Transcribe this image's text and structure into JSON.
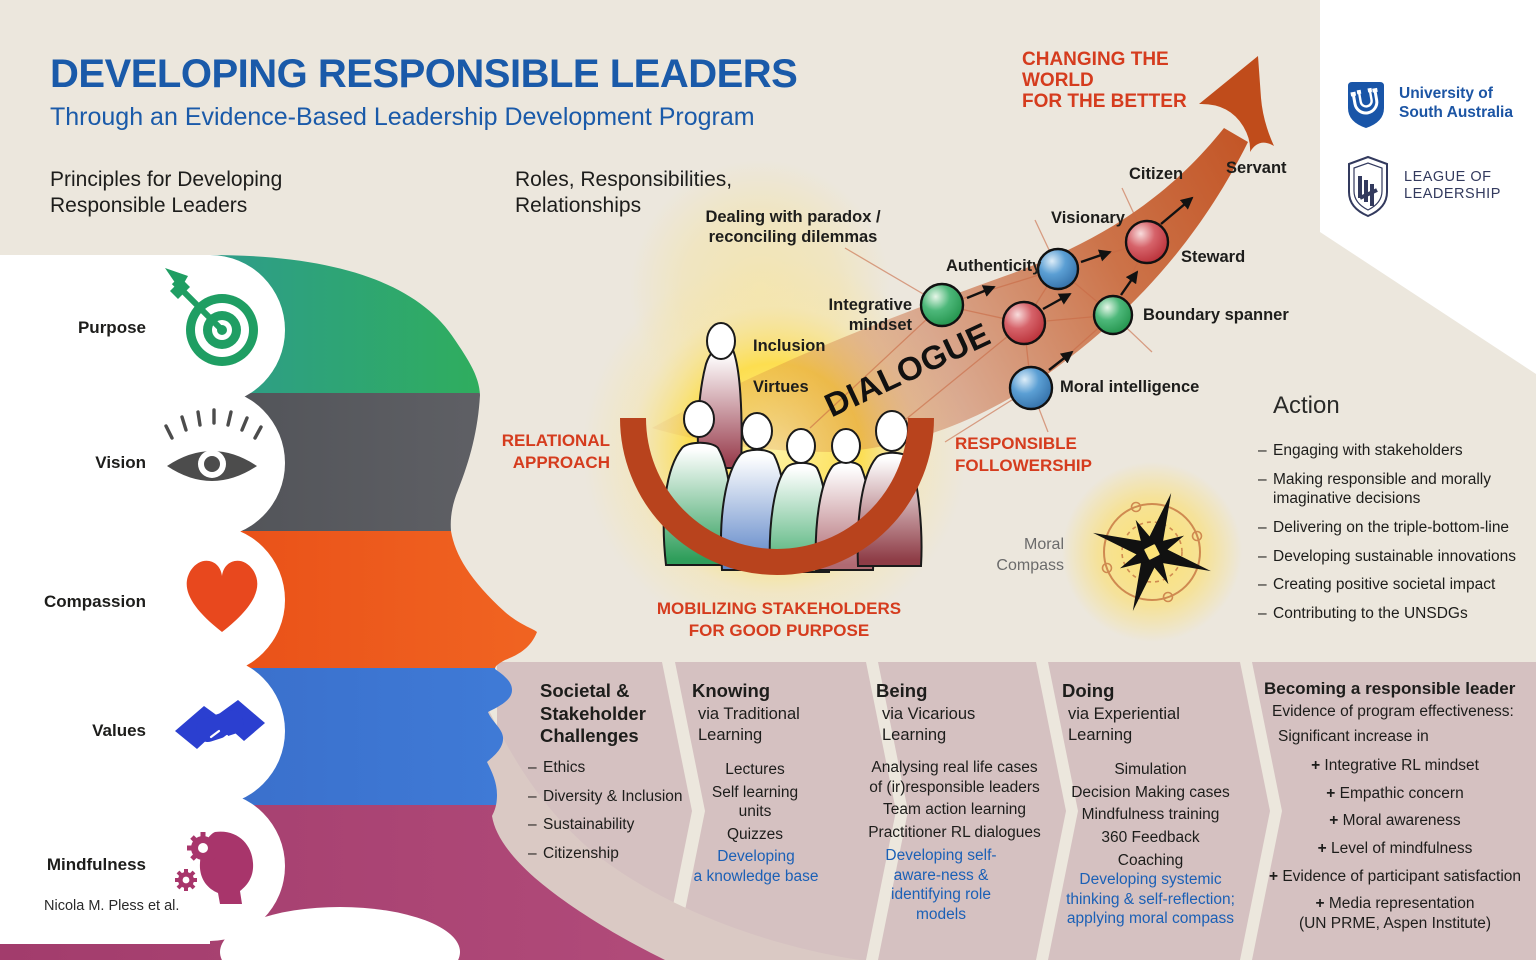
{
  "palette": {
    "background": "#ECE7DD",
    "title_blue": "#1A5AA9",
    "accent_red": "#D53C1E",
    "swoosh_orange": "#C5511F",
    "bowl_red": "#B8431D",
    "band_mauve": "#D5C1C1",
    "skin": "#DAC9C4",
    "outcome_blue": "#1B60B6",
    "navy": "#333A5E",
    "band_green": "#2FAE5C",
    "band_gray": "#55565A",
    "band_orange": "#ED5A1F",
    "band_blue": "#3C74D0",
    "band_magenta": "#A84070",
    "ball_green": "#2F9E57",
    "ball_blue": "#3A7CB8",
    "ball_red": "#C23A42"
  },
  "header": {
    "title": "DEVELOPING RESPONSIBLE LEADERS",
    "subtitle": "Through an Evidence-Based Leadership Development Program"
  },
  "logos": {
    "unisa": "University of\nSouth Australia",
    "league": "LEAGUE OF\nLEADERSHIP"
  },
  "principles": {
    "heading": "Principles for Developing\nResponsible Leaders",
    "items": [
      {
        "label": "Purpose",
        "icon": "target-icon"
      },
      {
        "label": "Vision",
        "icon": "eye-icon"
      },
      {
        "label": "Compassion",
        "icon": "heart-icon"
      },
      {
        "label": "Values",
        "icon": "handshake-icon"
      },
      {
        "label": "Mindfulness",
        "icon": "mind-gears-icon"
      }
    ],
    "credit": "Nicola M. Pless et al."
  },
  "center": {
    "heading": "Roles, Responsibilities,\nRelationships",
    "paradox": "Dealing with paradox /\nreconciling dilemmas",
    "integrative": "Integrative mindset",
    "inclusion": "Inclusion",
    "virtues": "Virtues",
    "dialogue": "DIALOGUE",
    "authenticity": "Authenticity",
    "visionary": "Visionary",
    "citizen": "Citizen",
    "servant": "Servant",
    "steward": "Steward",
    "boundary": "Boundary spanner",
    "moral_intelligence": "Moral intelligence",
    "changing_world": "CHANGING THE WORLD\nFOR THE BETTER",
    "relational": "RELATIONAL\nAPPROACH",
    "followership": "RESPONSIBLE\nFOLLOWERSHIP",
    "mobilizing": "MOBILIZING STAKEHOLDERS\nFOR GOOD PURPOSE",
    "moral_compass": "Moral\nCompass"
  },
  "action": {
    "heading": "Action",
    "items": [
      "Engaging with stakeholders",
      "Making responsible and morally imaginative decisions",
      "Delivering on the triple-bottom-line",
      "Developing sustainable innovations",
      "Creating positive societal impact",
      "Contributing to the UNSDGs"
    ]
  },
  "band": {
    "sections": [
      {
        "title": "Societal &\nStakeholder\nChallenges",
        "items": [
          "Ethics",
          "Diversity & Inclusion",
          "Sustainability",
          "Citizenship"
        ]
      },
      {
        "title": "Knowing",
        "via": "via Traditional\nLearning",
        "items": [
          "Lectures",
          "Self learning\nunits",
          "Quizzes"
        ],
        "outcome": "Developing\na knowledge base"
      },
      {
        "title": "Being",
        "via": "via Vicarious\nLearning",
        "items": [
          "Analysing real life cases\nof (ir)responsible leaders",
          "Team action learning",
          "Practitioner RL dialogues"
        ],
        "outcome": "Developing self-\naware-ness &\nidentifying role\nmodels"
      },
      {
        "title": "Doing",
        "via": "via Experiential\nLearning",
        "items": [
          "Simulation",
          "Decision Making cases",
          "Mindfulness training",
          "360 Feedback",
          "Coaching"
        ],
        "outcome": "Developing systemic\nthinking & self-reflection;\napplying moral compass"
      },
      {
        "title": "Becoming a responsible leader",
        "sub1": "Evidence of program effectiveness:",
        "sub2": "Significant increase in",
        "plus_items": [
          "Integrative RL mindset",
          "Empathic concern",
          "Moral awareness",
          "Level of mindfulness",
          "Evidence of participant satisfaction",
          "Media representation\n(UN PRME, Aspen Institute)"
        ]
      }
    ]
  }
}
